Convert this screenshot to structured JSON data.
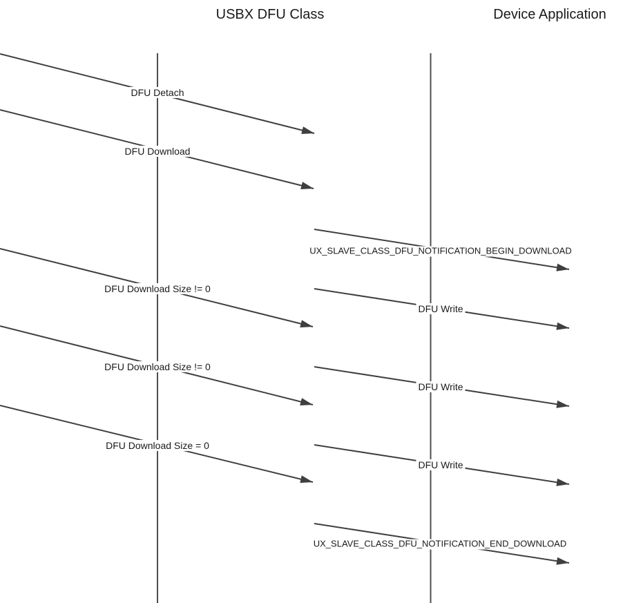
{
  "diagram": {
    "type": "sequence-diagram",
    "lanes": [
      {
        "label": "USBX DFU Class"
      },
      {
        "label": "Device Application"
      }
    ],
    "messages": [
      {
        "label": "DFU Detach",
        "lane": "USBX DFU Class"
      },
      {
        "label": "DFU Download",
        "lane": "USBX DFU Class"
      },
      {
        "label": "UX_SLAVE_CLASS_DFU_NOTIFICATION_BEGIN_DOWNLOAD",
        "lane": "Device Application"
      },
      {
        "label": "DFU Download Size != 0",
        "lane": "USBX DFU Class"
      },
      {
        "label": "DFU Write",
        "lane": "Device Application"
      },
      {
        "label": "DFU Download Size != 0",
        "lane": "USBX DFU Class"
      },
      {
        "label": "DFU Write",
        "lane": "Device Application"
      },
      {
        "label": "DFU Download Size = 0",
        "lane": "USBX DFU Class"
      },
      {
        "label": "DFU Write",
        "lane": "Device Application"
      },
      {
        "label": "UX_SLAVE_CLASS_DFU_NOTIFICATION_END_DOWNLOAD",
        "lane": "Device Application"
      }
    ],
    "colors": {
      "background": "#ffffff",
      "line": "#3f3f3f",
      "lifeline": "#4d4d4d",
      "text": "#1a1a1a"
    }
  }
}
